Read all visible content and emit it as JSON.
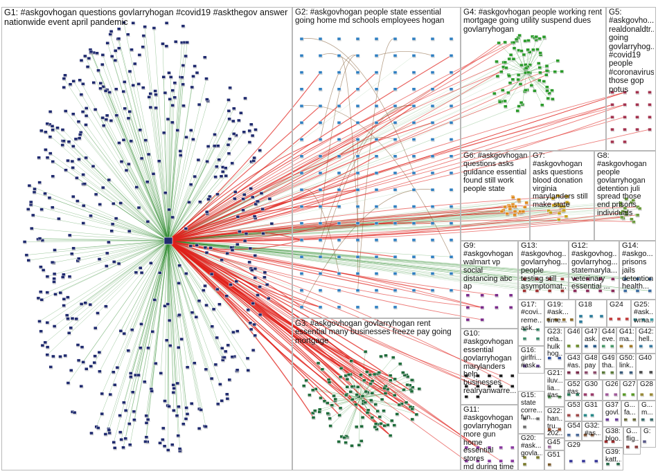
{
  "groups": [
    {
      "id": "G1",
      "label": "G1: #askgovhogan questions govlarryhogan #covid19 #askthegov answer\nnationwide event april pandemic",
      "node_color": "#1f2a6e",
      "edge_color": "#2e8b2e"
    },
    {
      "id": "G2",
      "label": "G2: #askgovhogan people state essential\ngoing home md schools employees hogan",
      "node_color": "#2f7fc1",
      "edge_color": "#8a8a8a"
    },
    {
      "id": "G3",
      "label": "G3: #askgovhogan govlarryhogan rent\nessential many businesses freeze pay going\nmortgage",
      "node_color": "#1e6b3a",
      "edge_color": "#2e8b2e"
    },
    {
      "id": "G4",
      "label": "G4: #askgovhogan people working rent\nmortgage going utility suspend dues\ngovlarryhogan",
      "node_color": "#2a9a2a",
      "edge_color": "#2e8b2e"
    },
    {
      "id": "G5",
      "label": "G5:\n#askgovho...\nrealdonaldtr...\ngoing\ngovlarryhog...\n#covid19\npeople\n#coronavirus\nthose gop\npotus",
      "node_color": "#a3324e",
      "edge_color": "#b05050"
    },
    {
      "id": "G6",
      "label": "G6: #askgovhogan\nquestions asks\nguidance essential\nfound still work\npeople state",
      "node_color": "#e08a1e",
      "edge_color": "#8a8a8a"
    },
    {
      "id": "G7",
      "label": "G7:\n#askgovhogan\nasks questions\nblood donation\nvirginia\nmarylanders still\nmake state",
      "node_color": "#c9a21a",
      "edge_color": "#8a8a8a"
    },
    {
      "id": "G8",
      "label": "G8:\n#askgovhogan\npeople\ngovlarryhogan\ndetention juli\nspread those\nend prisons\nindividuals",
      "node_color": "#6a9a3a",
      "edge_color": "#8a8a8a"
    },
    {
      "id": "G9",
      "label": "G9:\n#askgovhogan\nwalmart vp\nsocial\ndistancing abc\nap",
      "node_color": "#7a2a8a",
      "edge_color": "#8a8a8a"
    },
    {
      "id": "G10",
      "label": "G10:\n#askgovhogan\nessential\ngovlarryhogan\nmarylanders\nhelp\nbusinesses\nrealryanwarre...",
      "node_color": "#1a1a1a",
      "edge_color": "#8a8a8a"
    },
    {
      "id": "G11",
      "label": "G11:\n#askgovhogan\ngovlarryhogan\nmore gun home\nessential stores\nmd during time",
      "node_color": "#8a3aa0",
      "edge_color": "#8a8a8a"
    },
    {
      "id": "G12",
      "label": "G12:\n#askgovhog...\ngovlarryhog...\nstatemaryla...\nveterinary\nessential ...",
      "node_color": "#8a2a5a",
      "edge_color": "#8a8a8a"
    },
    {
      "id": "G13",
      "label": "G13:\n#askgovhog...\ngovlarryhog...\npeople\ntesting still\nasymptomat...",
      "node_color": "#a03030",
      "edge_color": "#8a8a8a"
    },
    {
      "id": "G14",
      "label": "G14:\n#askgo...\nprisons\njails\ndetention\nhealth...",
      "node_color": "#3a6aa0",
      "edge_color": "#8a8a8a"
    },
    {
      "id": "G15",
      "label": "G15:\nstate\ncorre...\nfun...",
      "node_color": "#6a6a6a",
      "edge_color": "#8a8a8a"
    },
    {
      "id": "G16",
      "label": "G16:\ngirlfri...\n#ask...",
      "node_color": "#5a3a8a",
      "edge_color": "#8a8a8a"
    },
    {
      "id": "G17",
      "label": "G17:\n#covi...\nreme...\nask...",
      "node_color": "#3a8a6a",
      "edge_color": "#8a8a8a"
    },
    {
      "id": "G18",
      "label": "G18",
      "node_color": "#2a7a9a",
      "edge_color": "#8a8a8a"
    },
    {
      "id": "G19",
      "label": "G19:\n#ask...\ntime...",
      "node_color": "#8a6a2a",
      "edge_color": "#8a8a8a"
    },
    {
      "id": "G20",
      "label": "G20:\n#ask...\ngovla...",
      "node_color": "#7a7a2a",
      "edge_color": "#8a8a8a"
    },
    {
      "id": "G21",
      "label": "G21:\niluv...\nlia...\n#as...",
      "node_color": "#4a8a4a",
      "edge_color": "#8a8a8a"
    },
    {
      "id": "G22",
      "label": "G22:\nhan...\ntru...\n202...",
      "node_color": "#9a4a2a",
      "edge_color": "#8a8a8a"
    },
    {
      "id": "G23",
      "label": "G23:\nrela...\nhulk\nhog...",
      "node_color": "#2a4a9a",
      "edge_color": "#8a8a8a"
    },
    {
      "id": "G24",
      "label": "G24",
      "node_color": "#c03a3a",
      "edge_color": "#8a8a8a"
    },
    {
      "id": "G25",
      "label": "G25:\n#ask...\nwma...",
      "node_color": "#3a9aa0",
      "edge_color": "#8a8a8a"
    },
    {
      "id": "G26",
      "label": "G26",
      "node_color": "#a05a9a",
      "edge_color": "#8a8a8a"
    },
    {
      "id": "G27",
      "label": "G27",
      "node_color": "#5a9a2a",
      "edge_color": "#8a8a8a"
    },
    {
      "id": "G28",
      "label": "G28",
      "node_color": "#9a8a3a",
      "edge_color": "#8a8a8a"
    },
    {
      "id": "G29",
      "label": "G29",
      "node_color": "#3a3a9a",
      "edge_color": "#8a8a8a"
    },
    {
      "id": "G30",
      "label": "G30",
      "node_color": "#9a3a6a",
      "edge_color": "#8a8a8a"
    },
    {
      "id": "G31",
      "label": "G31",
      "node_color": "#2a8a8a",
      "edge_color": "#8a8a8a"
    },
    {
      "id": "G32",
      "label": "G32:\n#as...",
      "node_color": "#8a5a3a",
      "edge_color": "#8a8a8a"
    },
    {
      "id": "G37",
      "label": "G37:\ngovl...",
      "node_color": "#6a3a9a",
      "edge_color": "#8a8a8a"
    },
    {
      "id": "G38",
      "label": "G38:\nbloo...",
      "node_color": "#9a2a2a",
      "edge_color": "#8a8a8a"
    },
    {
      "id": "G39",
      "label": "G39:\nkatt...",
      "node_color": "#2a6a4a",
      "edge_color": "#8a8a8a"
    },
    {
      "id": "G40",
      "label": "G40",
      "node_color": "#4a4a4a",
      "edge_color": "#8a8a8a"
    },
    {
      "id": "G41",
      "label": "G41:\nma...",
      "node_color": "#a07a2a",
      "edge_color": "#8a8a8a"
    },
    {
      "id": "G42",
      "label": "G42:\nhell...",
      "node_color": "#3a7aa0",
      "edge_color": "#8a8a8a"
    },
    {
      "id": "G43",
      "label": "G43:\n#as...",
      "node_color": "#7a2a4a",
      "edge_color": "#8a8a8a"
    },
    {
      "id": "G44",
      "label": "G44:\neve...",
      "node_color": "#4a9a6a",
      "edge_color": "#8a8a8a"
    },
    {
      "id": "G45",
      "label": "G45",
      "node_color": "#9a6a9a",
      "edge_color": "#8a8a8a"
    },
    {
      "id": "G46",
      "label": "G46",
      "node_color": "#6a8a2a",
      "edge_color": "#8a8a8a"
    },
    {
      "id": "G47",
      "label": "G47:\nask...",
      "node_color": "#2a5a8a",
      "edge_color": "#8a8a8a"
    },
    {
      "id": "G48",
      "label": "G48:\npay",
      "node_color": "#8a4a6a",
      "edge_color": "#8a8a8a"
    },
    {
      "id": "G49",
      "label": "G49:\ntha...",
      "node_color": "#5a7a3a",
      "edge_color": "#8a8a8a"
    },
    {
      "id": "G50",
      "label": "G50:\nlink...",
      "node_color": "#3a5a7a",
      "edge_color": "#8a8a8a"
    },
    {
      "id": "G51",
      "label": "G51",
      "node_color": "#7a5a2a",
      "edge_color": "#8a8a8a"
    },
    {
      "id": "G52",
      "label": "G52:\n#as...",
      "node_color": "#2a7a5a",
      "edge_color": "#8a8a8a"
    },
    {
      "id": "G53",
      "label": "G53",
      "node_color": "#a04a4a",
      "edge_color": "#8a8a8a"
    },
    {
      "id": "G54",
      "label": "G54",
      "node_color": "#4a6a9a",
      "edge_color": "#8a8a8a"
    },
    {
      "id": "G",
      "label": "G...\nfa...",
      "node_color": "#6a6a3a",
      "edge_color": "#8a8a8a"
    },
    {
      "id": "G·",
      "label": "G...\nm...",
      "node_color": "#3a6a6a",
      "edge_color": "#8a8a8a"
    },
    {
      "id": "G··",
      "label": "G...\nflig...",
      "node_color": "#8a3a3a",
      "edge_color": "#8a8a8a"
    },
    {
      "id": "G···",
      "label": "G:",
      "node_color": "#5a5a8a",
      "edge_color": "#8a8a8a"
    }
  ],
  "colors": {
    "panel_border": "#b8b8b8",
    "cross_edge": "#e0201a",
    "intra_edge": "#2e8b2e",
    "node_shadow": "#9a9a9a",
    "background": "#ffffff"
  }
}
